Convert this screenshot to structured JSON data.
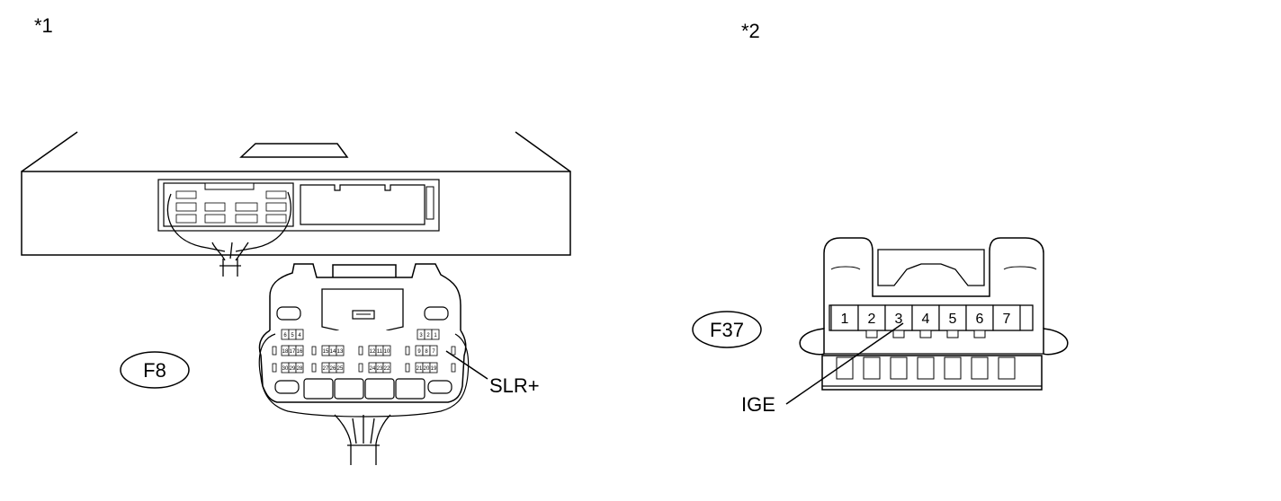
{
  "figure_labels": {
    "left": "*1",
    "right": "*2"
  },
  "connectors": {
    "f8": {
      "id": "F8",
      "terminal_label": "SLR+",
      "pin_rows": [
        [
          "6",
          "5",
          "4",
          "3",
          "2",
          "1"
        ],
        [
          "18",
          "17",
          "16",
          "15",
          "14",
          "13",
          "12",
          "11",
          "10",
          "9",
          "8",
          "7"
        ],
        [
          "30",
          "29",
          "28",
          "27",
          "26",
          "25",
          "24",
          "23",
          "22",
          "21",
          "20",
          "19"
        ]
      ]
    },
    "f37": {
      "id": "F37",
      "terminal_label": "IGE",
      "pins": [
        "1",
        "2",
        "3",
        "4",
        "5",
        "6",
        "7"
      ]
    }
  },
  "colors": {
    "stroke": "#000000",
    "background": "#ffffff"
  }
}
